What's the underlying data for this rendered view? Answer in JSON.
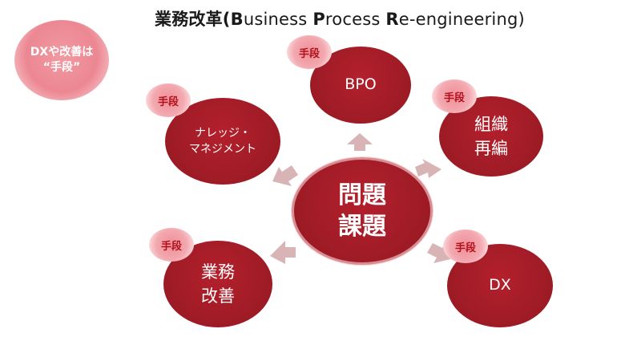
{
  "title": {
    "prefix": "業務改革(",
    "b1": "B",
    "w1": "usiness ",
    "p1": "P",
    "w2": "rocess ",
    "r1": "R",
    "w3": "e-engineering)"
  },
  "note": {
    "line1": "DXや改善は",
    "line2": "“手段”"
  },
  "center": {
    "line1": "問題",
    "line2": "課題"
  },
  "tag_label": "手段",
  "nodes": {
    "bpo": {
      "line1": "BPO"
    },
    "knowledge": {
      "line1": "ナレッジ・",
      "line2": "マネジメント"
    },
    "org": {
      "line1": "組織",
      "line2": "再編"
    },
    "business": {
      "line1": "業務",
      "line2": "改善"
    },
    "dx": {
      "line1": "DX"
    }
  },
  "colors": {
    "node_fill": "#9d1b25",
    "tag_fill": "#f08d97",
    "arrow_fill": "#d8b4b6",
    "note_fill": "#ec8792"
  }
}
